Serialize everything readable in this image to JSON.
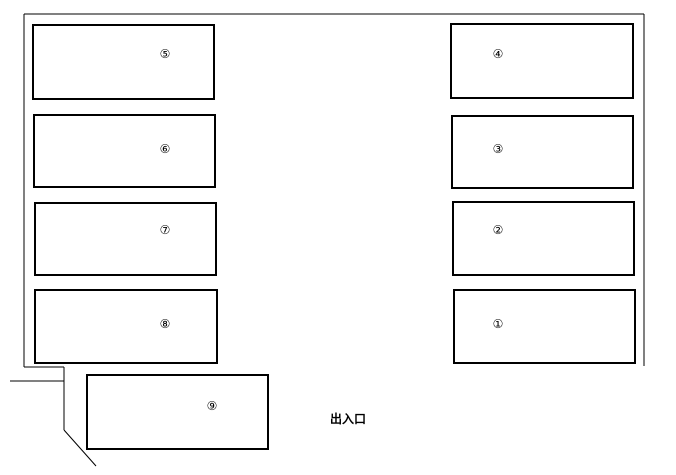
{
  "parking_lot": {
    "entrance_label": "出入口",
    "stalls": [
      {
        "id": "5",
        "label": "⑤"
      },
      {
        "id": "4",
        "label": "④"
      },
      {
        "id": "6",
        "label": "⑥"
      },
      {
        "id": "3",
        "label": "③"
      },
      {
        "id": "7",
        "label": "⑦"
      },
      {
        "id": "2",
        "label": "②"
      },
      {
        "id": "8",
        "label": "⑧"
      },
      {
        "id": "1",
        "label": "①"
      },
      {
        "id": "9",
        "label": "⑨"
      }
    ]
  }
}
